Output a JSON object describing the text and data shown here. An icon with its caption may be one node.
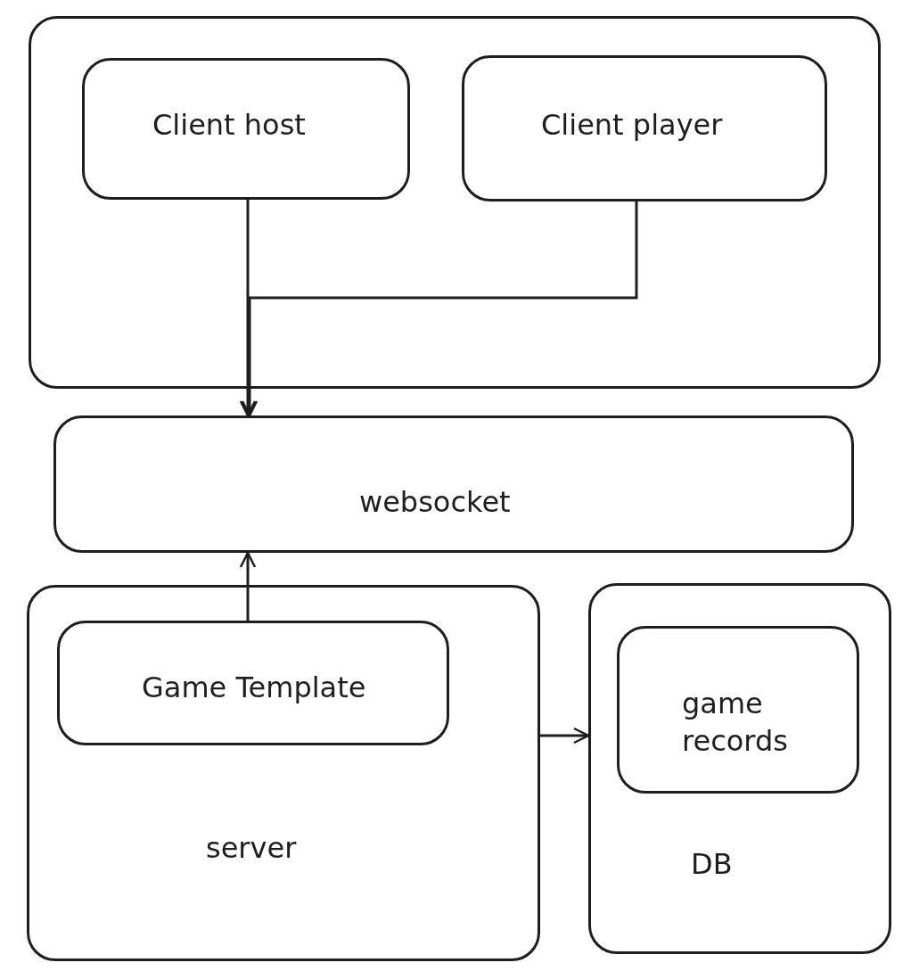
{
  "diagram": {
    "nodes": [
      {
        "text": [],
        "shape": "box"
      },
      {
        "text": [
          "Client host"
        ],
        "in": 0
      },
      {
        "text": [
          "Client player"
        ],
        "in": 0
      },
      {
        "text": [
          "websocket"
        ]
      },
      {
        "text": [
          "server"
        ]
      },
      {
        "text": [
          "Game Template"
        ],
        "in": 4
      },
      {
        "text": [
          "DB"
        ]
      },
      {
        "text": [
          "game records"
        ],
        "in": 6
      }
    ],
    "edges": [
      {
        "from": 1,
        "to": 3,
        "arrow": "to"
      },
      {
        "from": 2,
        "to": 3,
        "arrow": "to"
      },
      {
        "from": 5,
        "to": 3,
        "arrow": "to"
      },
      {
        "from": 4,
        "to": 6,
        "arrow": "to"
      }
    ]
  }
}
